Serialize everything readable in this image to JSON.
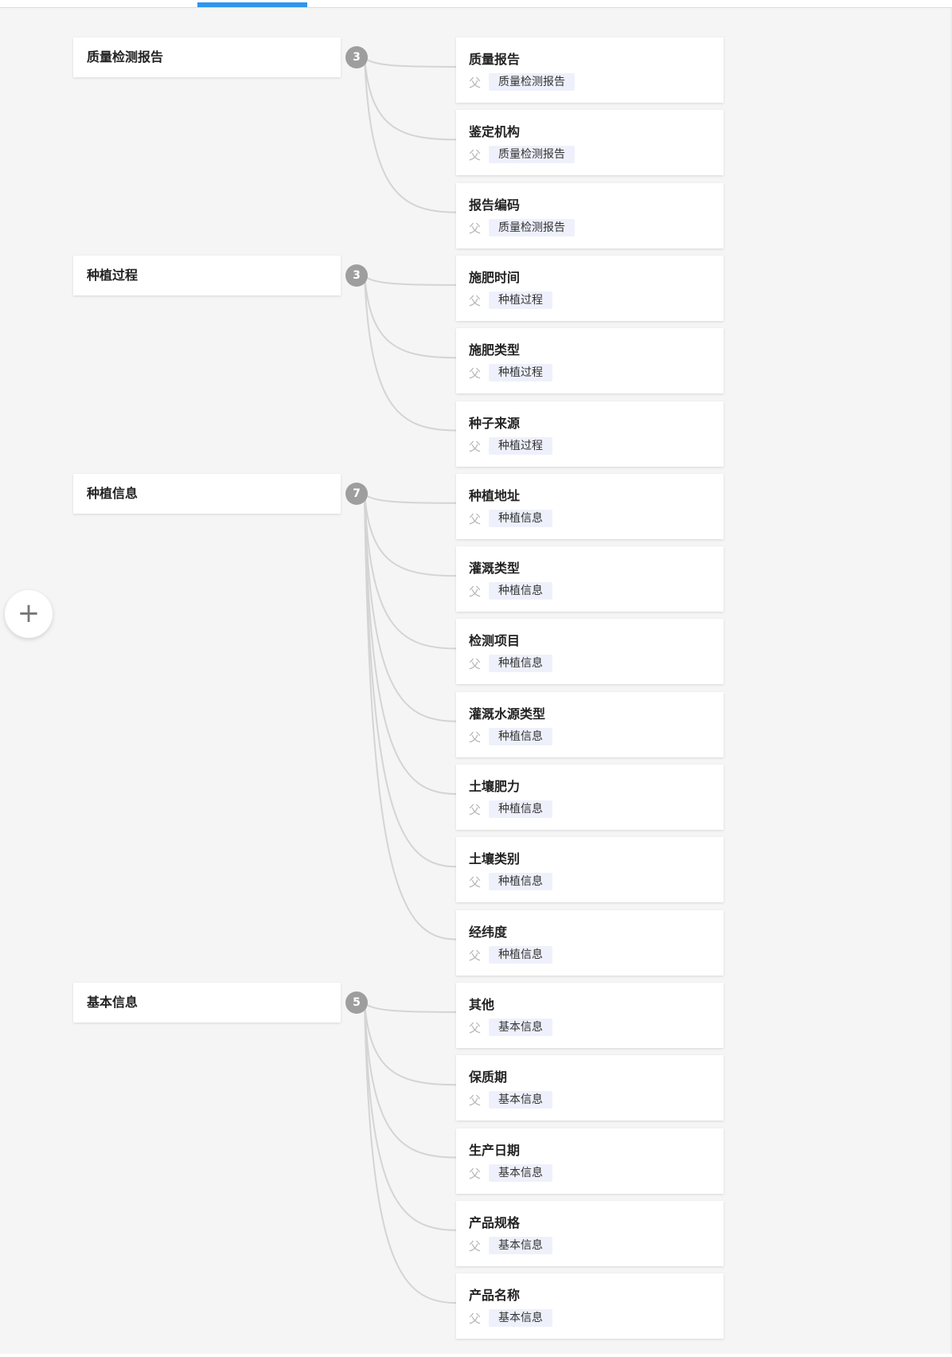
{
  "add_button": {
    "icon": "plus-icon",
    "label": "+"
  },
  "parent_label": "父",
  "groups": [
    {
      "name": "质量检测报告",
      "count": "3",
      "fields": [
        "质量报告",
        "鉴定机构",
        "报告编码"
      ]
    },
    {
      "name": "种植过程",
      "count": "3",
      "fields": [
        "施肥时间",
        "施肥类型",
        "种子来源"
      ]
    },
    {
      "name": "种植信息",
      "count": "7",
      "fields": [
        "种植地址",
        "灌溉类型",
        "检测项目",
        "灌溉水源类型",
        "土壤肥力",
        "土壤类别",
        "经纬度"
      ]
    },
    {
      "name": "基本信息",
      "count": "5",
      "fields": [
        "其他",
        "保质期",
        "生产日期",
        "产品规格",
        "产品名称"
      ]
    }
  ],
  "colors": {
    "accent": "#2f95ee",
    "badge": "#9e9e9e",
    "tag_bg": "#eef1fb",
    "link": "#d4d4d4"
  }
}
